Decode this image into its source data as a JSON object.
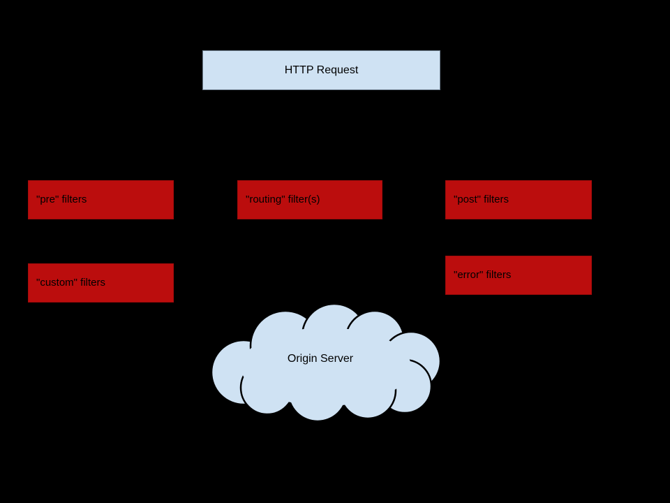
{
  "diagram": {
    "type": "flow-diagram",
    "background": "#000000",
    "nodes": {
      "http_request": {
        "label": "HTTP Request",
        "shape": "rectangle",
        "fill": "#cfe2f3",
        "border": "#6f7f8f"
      },
      "pre_filters": {
        "label": "\"pre\" filters",
        "shape": "rectangle",
        "fill": "#bb0d0d"
      },
      "routing_filters": {
        "label": "\"routing\" filter(s)",
        "shape": "rectangle",
        "fill": "#bb0d0d"
      },
      "post_filters": {
        "label": "\"post\" filters",
        "shape": "rectangle",
        "fill": "#bb0d0d"
      },
      "custom_filters": {
        "label": "\"custom\" filters",
        "shape": "rectangle",
        "fill": "#bb0d0d"
      },
      "error_filters": {
        "label": "\"error\" filters",
        "shape": "rectangle",
        "fill": "#bb0d0d"
      },
      "origin_server": {
        "label": "Origin Server",
        "shape": "cloud",
        "fill": "#cfe2f3",
        "stroke": "#000000"
      }
    },
    "colors": {
      "background": "#000000",
      "filter_box_fill": "#bb0d0d",
      "light_blue_fill": "#cfe2f3",
      "request_box_border": "#6f7f8f",
      "text": "#000000"
    }
  }
}
